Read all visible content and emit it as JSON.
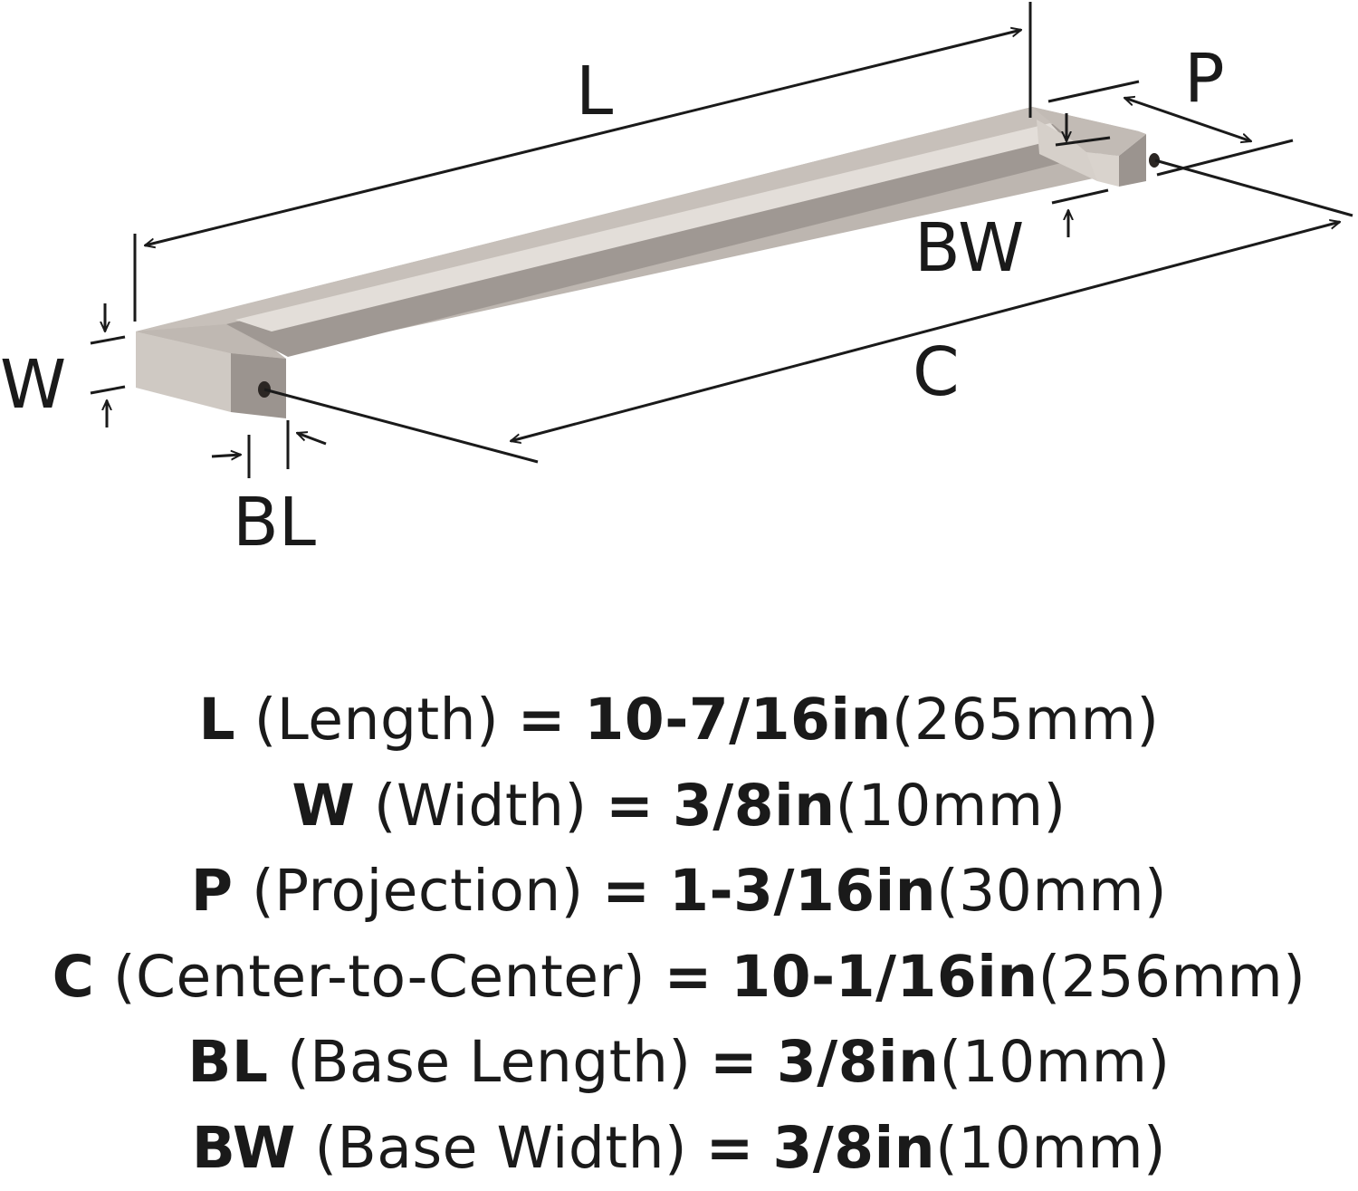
{
  "diagram": {
    "labels": {
      "L": "L",
      "P": "P",
      "BW": "BW",
      "W": "W",
      "C": "C",
      "BL": "BL"
    },
    "colors": {
      "line": "#1a1a1a",
      "metal_top": "#bdb6b0",
      "metal_front": "#d2ccc6",
      "metal_dark": "#8f8883",
      "hole": "#2b2623"
    }
  },
  "specs": [
    {
      "code": "L",
      "name": "(Length)",
      "eq": "=",
      "imperial": "10-7/16in",
      "metric": "(265mm)"
    },
    {
      "code": "W",
      "name": "(Width)",
      "eq": "=",
      "imperial": "3/8in",
      "metric": "(10mm)"
    },
    {
      "code": "P",
      "name": "(Projection)",
      "eq": "=",
      "imperial": "1-3/16in",
      "metric": "(30mm)"
    },
    {
      "code": "C",
      "name": "(Center-to-Center)",
      "eq": "=",
      "imperial": "10-1/16in",
      "metric": "(256mm)"
    },
    {
      "code": "BL",
      "name": "(Base Length)",
      "eq": "=",
      "imperial": "3/8in",
      "metric": "(10mm)"
    },
    {
      "code": "BW",
      "name": "(Base Width)",
      "eq": "=",
      "imperial": "3/8in",
      "metric": "(10mm)"
    }
  ]
}
